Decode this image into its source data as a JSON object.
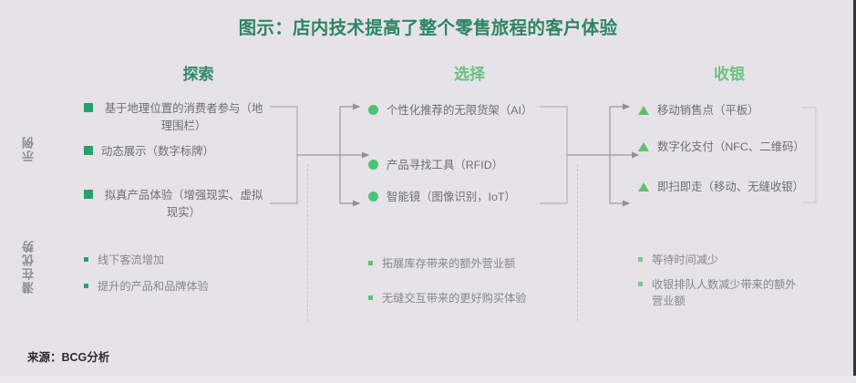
{
  "slide": {
    "title": "图示：店内技术提高了整个零售旅程的客户体验",
    "source": "来源：BCG分析",
    "background_color": "#e5e3e8",
    "title_color": "#2f8465"
  },
  "band_labels": {
    "examples": "示例",
    "benefits": "潜在优势"
  },
  "columns": [
    {
      "header": "探索",
      "header_color": "#2f8a6b",
      "marker": "square-marker",
      "marker_color": "#27a06a",
      "examples": [
        "基于地理位置的消费者参与（地理围栏）",
        "动态展示（数字标牌）",
        "拟真产品体验（增强现实、虚拟现实）"
      ],
      "benefits": [
        "线下客流增加",
        "提升的产品和品牌体验"
      ],
      "benefit_dot_color": "#2f9d6d"
    },
    {
      "header": "选择",
      "header_color": "#6cc27e",
      "marker": "circle-marker",
      "marker_color": "#4cc276",
      "examples": [
        "个性化推荐的无限货架（AI）",
        "产品寻找工具（RFID）",
        "智能镜（图像识别，IoT）"
      ],
      "benefits": [
        "拓展库存带来的额外营业额",
        "无缝交互带来的更好购买体验"
      ],
      "benefit_dot_color": "#5fc07a"
    },
    {
      "header": "收银",
      "header_color": "#6cc27e",
      "marker": "triangle-marker",
      "marker_color": "#62bf6c",
      "examples": [
        "移动销售点（平板）",
        "数字化支付（NFC、二维码）",
        "即扫即走（移动、无缝收银）"
      ],
      "benefits": [
        "等待时间减少",
        "收银排队人数减少带来的额外营业额"
      ],
      "benefit_dot_color": "#7cc98a"
    }
  ]
}
